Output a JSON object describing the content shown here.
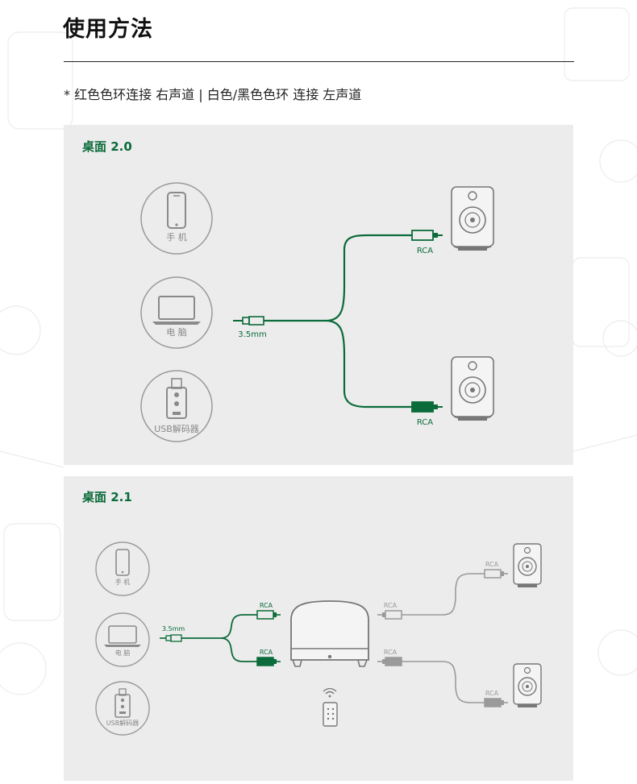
{
  "page": {
    "title": "使用方法",
    "note": "* 红色色环连接 右声道 | 白色/黑色色环 连接 左声道"
  },
  "colors": {
    "green": "#0b6b3a",
    "green_dark": "#085a30",
    "gray_cable": "#9a9a9a",
    "panel_bg": "#ececec",
    "icon_stroke": "#8a8a8a"
  },
  "section_20": {
    "label": "桌面 2.0",
    "sources": [
      {
        "icon": "phone-icon",
        "label": "手 机"
      },
      {
        "icon": "laptop-icon",
        "label": "电 脑"
      },
      {
        "icon": "usb-decoder-icon",
        "label": "USB解码器"
      }
    ],
    "jack_label": "3.5mm",
    "rca_top_label": "RCA",
    "rca_bottom_label": "RCA"
  },
  "section_21": {
    "label": "桌面 2.1",
    "sources": [
      {
        "icon": "phone-icon",
        "label": "手 机"
      },
      {
        "icon": "laptop-icon",
        "label": "电 脑"
      },
      {
        "icon": "usb-decoder-icon",
        "label": "USB解码器"
      }
    ],
    "jack_label": "3.5mm",
    "rca_in_top_label": "RCA",
    "rca_in_bottom_label": "RCA",
    "rca_out_top_label": "RCA",
    "rca_out_bottom_label": "RCA",
    "rca_speaker_top_label": "RCA",
    "rca_speaker_bottom_label": "RCA"
  }
}
